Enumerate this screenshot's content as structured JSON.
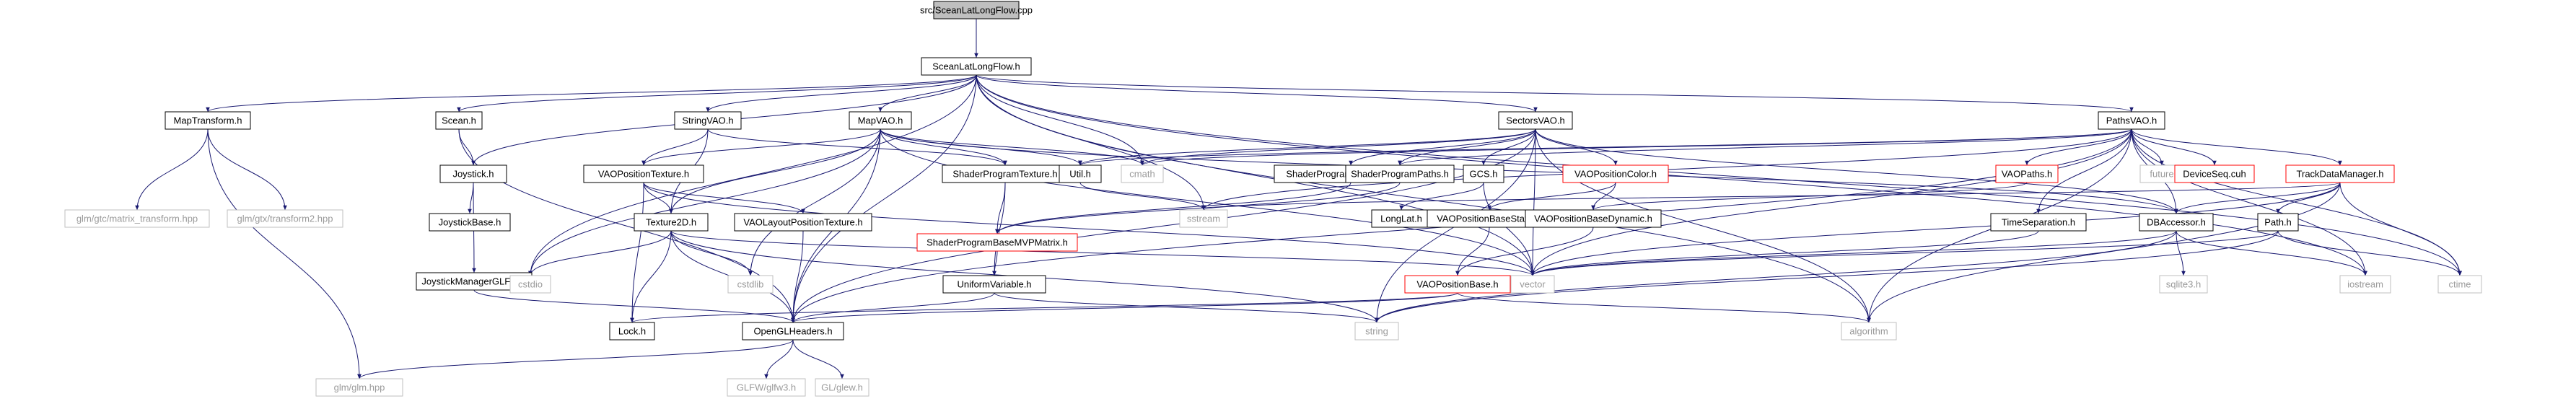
{
  "diagram": {
    "title_node": "src/SceanLatLongFlow.cpp",
    "nodes": [
      {
        "id": "root",
        "label": "src/SceanLatLongFlow.cpp",
        "style": "root"
      },
      {
        "id": "main_h",
        "label": "SceanLatLongFlow.h",
        "style": "normal"
      },
      {
        "id": "maptransform",
        "label": "MapTransform.h",
        "style": "normal"
      },
      {
        "id": "glm_mt",
        "label": "glm/gtc/matrix_transform.hpp",
        "style": "missing"
      },
      {
        "id": "glm_t2",
        "label": "glm/gtx/transform2.hpp",
        "style": "missing"
      },
      {
        "id": "glm_glm",
        "label": "glm/glm.hpp",
        "style": "missing"
      },
      {
        "id": "scean",
        "label": "Scean.h",
        "style": "normal"
      },
      {
        "id": "joystick",
        "label": "Joystick.h",
        "style": "normal"
      },
      {
        "id": "joystickbase",
        "label": "JoystickBase.h",
        "style": "normal"
      },
      {
        "id": "joystickglfw",
        "label": "JoystickManagerGLFW.h",
        "style": "normal"
      },
      {
        "id": "stringvao",
        "label": "StringVAO.h",
        "style": "normal"
      },
      {
        "id": "mapvao",
        "label": "MapVAO.h",
        "style": "normal"
      },
      {
        "id": "vaopostex",
        "label": "VAOPositionTexture.h",
        "style": "normal"
      },
      {
        "id": "texture2d",
        "label": "Texture2D.h",
        "style": "normal"
      },
      {
        "id": "vaolayout",
        "label": "VAOLayoutPositionTexture.h",
        "style": "normal"
      },
      {
        "id": "sptexture",
        "label": "ShaderProgramTexture.h",
        "style": "normal"
      },
      {
        "id": "util",
        "label": "Util.h",
        "style": "normal"
      },
      {
        "id": "cmath",
        "label": "cmath",
        "style": "missing"
      },
      {
        "id": "sstream",
        "label": "sstream",
        "style": "missing"
      },
      {
        "id": "spbasemvp",
        "label": "ShaderProgramBaseMVPMatrix.h",
        "style": "red"
      },
      {
        "id": "uniformvar",
        "label": "UniformVariable.h",
        "style": "normal"
      },
      {
        "id": "cstdlib",
        "label": "cstdlib",
        "style": "missing"
      },
      {
        "id": "cstdio",
        "label": "cstdio",
        "style": "missing"
      },
      {
        "id": "lock",
        "label": "Lock.h",
        "style": "normal"
      },
      {
        "id": "openglheaders",
        "label": "OpenGLHeaders.h",
        "style": "normal"
      },
      {
        "id": "glfw3",
        "label": "GLFW/glfw3.h",
        "style": "missing"
      },
      {
        "id": "glew",
        "label": "GL/glew.h",
        "style": "missing"
      },
      {
        "id": "sectorsvao",
        "label": "SectorsVAO.h",
        "style": "normal"
      },
      {
        "id": "sppositioncolor",
        "label": "ShaderProgramPositionColor.h",
        "style": "normal"
      },
      {
        "id": "sppaths",
        "label": "ShaderProgramPaths.h",
        "style": "normal"
      },
      {
        "id": "gcs",
        "label": "GCS.h",
        "style": "normal"
      },
      {
        "id": "latlong",
        "label": "LongLat.h",
        "style": "normal"
      },
      {
        "id": "vaoposcolor",
        "label": "VAOPositionColor.h",
        "style": "red"
      },
      {
        "id": "vaoposbasestatic",
        "label": "VAOPositionBaseStatic.h",
        "style": "normal"
      },
      {
        "id": "vaoposbasedyn",
        "label": "VAOPositionBaseDynamic.h",
        "style": "normal"
      },
      {
        "id": "vaoposbase",
        "label": "VAOPositionBase.h",
        "style": "red"
      },
      {
        "id": "vector",
        "label": "vector",
        "style": "missing"
      },
      {
        "id": "string",
        "label": "string",
        "style": "missing"
      },
      {
        "id": "algorithm",
        "label": "algorithm",
        "style": "missing"
      },
      {
        "id": "pathsvao",
        "label": "PathsVAO.h",
        "style": "normal"
      },
      {
        "id": "vaopaths",
        "label": "VAOPaths.h",
        "style": "red"
      },
      {
        "id": "future",
        "label": "future",
        "style": "missing"
      },
      {
        "id": "deviceseq",
        "label": "DeviceSeq.cuh",
        "style": "red"
      },
      {
        "id": "trackdata",
        "label": "TrackDataManager.h",
        "style": "red"
      },
      {
        "id": "timesep",
        "label": "TimeSeparation.h",
        "style": "normal"
      },
      {
        "id": "dbaccessor",
        "label": "DBAccessor.h",
        "style": "normal"
      },
      {
        "id": "sqlite3",
        "label": "sqlite3.h",
        "style": "missing"
      },
      {
        "id": "path",
        "label": "Path.h",
        "style": "normal"
      },
      {
        "id": "iostream",
        "label": "iostream",
        "style": "missing"
      },
      {
        "id": "ctime",
        "label": "ctime",
        "style": "missing"
      }
    ],
    "edges": [
      [
        "root",
        "main_h"
      ],
      [
        "main_h",
        "maptransform"
      ],
      [
        "main_h",
        "scean"
      ],
      [
        "main_h",
        "stringvao"
      ],
      [
        "main_h",
        "mapvao"
      ],
      [
        "main_h",
        "sectorsvao"
      ],
      [
        "main_h",
        "pathsvao"
      ],
      [
        "main_h",
        "joystick"
      ],
      [
        "main_h",
        "openglheaders"
      ],
      [
        "main_h",
        "cmath"
      ],
      [
        "main_h",
        "sstream"
      ],
      [
        "main_h",
        "cstdio"
      ],
      [
        "main_h",
        "vector"
      ],
      [
        "main_h",
        "iostream"
      ],
      [
        "main_h",
        "ctime"
      ],
      [
        "main_h",
        "algorithm"
      ],
      [
        "maptransform",
        "glm_mt"
      ],
      [
        "maptransform",
        "glm_t2"
      ],
      [
        "maptransform",
        "glm_glm"
      ],
      [
        "scean",
        "joystick"
      ],
      [
        "scean",
        "openglheaders"
      ],
      [
        "joystick",
        "joystickbase"
      ],
      [
        "joystick",
        "joystickglfw"
      ],
      [
        "joystickglfw",
        "openglheaders"
      ],
      [
        "stringvao",
        "vaopostex"
      ],
      [
        "stringvao",
        "texture2d"
      ],
      [
        "stringvao",
        "sptexture"
      ],
      [
        "mapvao",
        "vaopostex"
      ],
      [
        "mapvao",
        "texture2d"
      ],
      [
        "mapvao",
        "sptexture"
      ],
      [
        "mapvao",
        "util"
      ],
      [
        "mapvao",
        "cmath"
      ],
      [
        "mapvao",
        "cstdlib"
      ],
      [
        "mapvao",
        "openglheaders"
      ],
      [
        "mapvao",
        "vector"
      ],
      [
        "mapvao",
        "cstdio"
      ],
      [
        "mapvao",
        "dbaccessor"
      ],
      [
        "vaopostex",
        "texture2d"
      ],
      [
        "vaopostex",
        "vaolayout"
      ],
      [
        "vaopostex",
        "lock"
      ],
      [
        "vaopostex",
        "vector"
      ],
      [
        "texture2d",
        "cstdio"
      ],
      [
        "texture2d",
        "cstdlib"
      ],
      [
        "texture2d",
        "lock"
      ],
      [
        "texture2d",
        "openglheaders"
      ],
      [
        "texture2d",
        "vector"
      ],
      [
        "texture2d",
        "string"
      ],
      [
        "vaolayout",
        "openglheaders"
      ],
      [
        "sptexture",
        "spbasemvp"
      ],
      [
        "sptexture",
        "uniformvar"
      ],
      [
        "util",
        "sstream"
      ],
      [
        "spbasemvp",
        "uniformvar"
      ],
      [
        "uniformvar",
        "openglheaders"
      ],
      [
        "uniformvar",
        "string"
      ],
      [
        "sectorsvao",
        "sppositioncolor"
      ],
      [
        "sectorsvao",
        "sppaths"
      ],
      [
        "sectorsvao",
        "gcs"
      ],
      [
        "sectorsvao",
        "vaoposcolor"
      ],
      [
        "sectorsvao",
        "util"
      ],
      [
        "sectorsvao",
        "cmath"
      ],
      [
        "sectorsvao",
        "vector"
      ],
      [
        "sectorsvao",
        "string"
      ],
      [
        "sectorsvao",
        "algorithm"
      ],
      [
        "sectorsvao",
        "openglheaders"
      ],
      [
        "sectorsvao",
        "dbaccessor"
      ],
      [
        "sppositioncolor",
        "spbasemvp"
      ],
      [
        "sppaths",
        "spbasemvp"
      ],
      [
        "gcs",
        "latlong"
      ],
      [
        "gcs",
        "vector"
      ],
      [
        "vaoposcolor",
        "vaoposbasestatic"
      ],
      [
        "vaoposcolor",
        "vaoposbasedyn"
      ],
      [
        "vaoposbasestatic",
        "vaoposbase"
      ],
      [
        "vaoposbasedyn",
        "vaoposbase"
      ],
      [
        "vaoposbase",
        "openglheaders"
      ],
      [
        "vaoposbase",
        "lock"
      ],
      [
        "vaoposbase",
        "algorithm"
      ],
      [
        "openglheaders",
        "glfw3"
      ],
      [
        "openglheaders",
        "glew"
      ],
      [
        "openglheaders",
        "glm_glm"
      ],
      [
        "pathsvao",
        "vaopaths"
      ],
      [
        "pathsvao",
        "sppaths"
      ],
      [
        "pathsvao",
        "util"
      ],
      [
        "pathsvao",
        "cmath"
      ],
      [
        "pathsvao",
        "future"
      ],
      [
        "pathsvao",
        "deviceseq"
      ],
      [
        "pathsvao",
        "trackdata"
      ],
      [
        "pathsvao",
        "timesep"
      ],
      [
        "pathsvao",
        "dbaccessor"
      ],
      [
        "pathsvao",
        "vector"
      ],
      [
        "pathsvao",
        "openglheaders"
      ],
      [
        "pathsvao",
        "ctime"
      ],
      [
        "pathsvao",
        "algorithm"
      ],
      [
        "pathsvao",
        "sstream"
      ],
      [
        "pathsvao",
        "iostream"
      ],
      [
        "vaopaths",
        "vaoposbasedyn"
      ],
      [
        "trackdata",
        "dbaccessor"
      ],
      [
        "trackdata",
        "path"
      ],
      [
        "trackdata",
        "vector"
      ],
      [
        "trackdata",
        "ctime"
      ],
      [
        "trackdata",
        "sstream"
      ],
      [
        "trackdata",
        "algorithm"
      ],
      [
        "timesep",
        "vector"
      ],
      [
        "dbaccessor",
        "sqlite3"
      ],
      [
        "dbaccessor",
        "vector"
      ],
      [
        "dbaccessor",
        "string"
      ],
      [
        "dbaccessor",
        "iostream"
      ],
      [
        "path",
        "vector"
      ],
      [
        "path",
        "ctime"
      ],
      [
        "path",
        "string"
      ]
    ]
  },
  "colors": {
    "edge": "#191970",
    "node_border": "#000000",
    "node_border_red": "#ff0000",
    "node_border_missing": "#bfbfbf",
    "root_fill": "#bfbfbf"
  }
}
